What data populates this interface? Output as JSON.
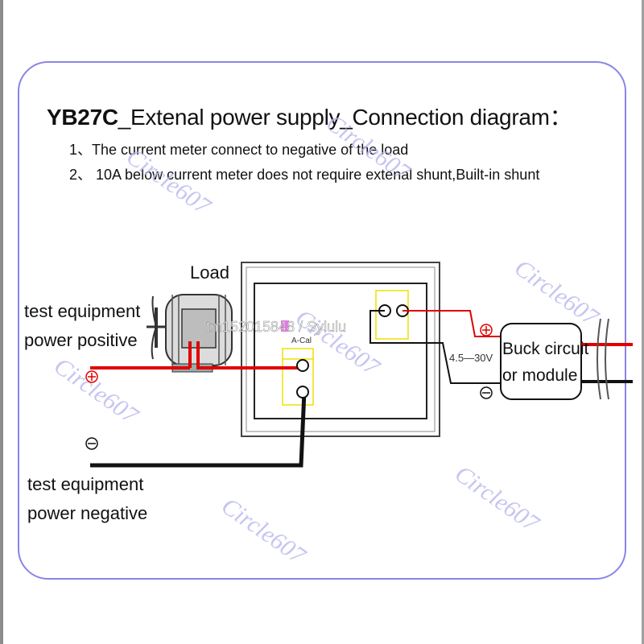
{
  "diagram": {
    "title_bold": "YB27C",
    "title_rest": "_Extenal power supply_Connection diagram：",
    "notes": [
      "1、The current meter connect to negative of the load",
      "2、 10A below current meter does not require extenal shunt,Built-in shunt"
    ],
    "load_label": "Load",
    "positive_label": [
      "test equipment",
      "power positive"
    ],
    "negative_label": [
      "test equipment",
      "power negative"
    ],
    "buck_label": [
      "Buck circuit",
      "or module"
    ],
    "voltage_range": "4.5—30V",
    "meter_pad_label": "A-Cal",
    "plus_symbol": "⊕",
    "minus_symbol": "⊖",
    "watermark": "Circle607",
    "overlay_text": "tm152015848 / Sylulu",
    "colors": {
      "frame": "#8a84e6",
      "positive_wire": "#e00000",
      "negative_wire": "#111111",
      "meter_border": "#444444",
      "pad_yellow": "#f0e000",
      "pad_magenta": "#e040e0"
    },
    "icons": [
      "motor-load-icon",
      "terminal-icon",
      "plus-symbol-icon",
      "minus-symbol-icon",
      "break-mark-icon"
    ]
  }
}
